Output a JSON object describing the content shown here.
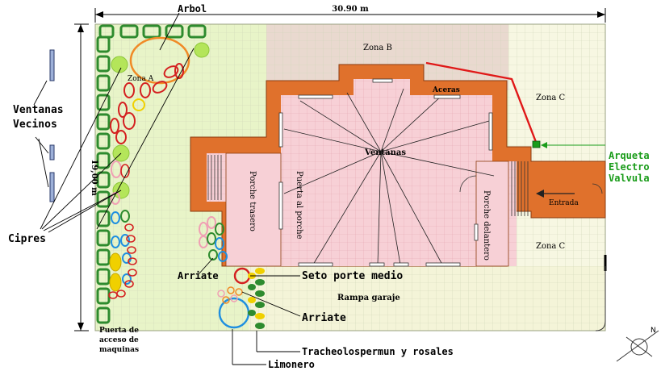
{
  "dimensions": {
    "width_label": "30.90 m",
    "height_label": "19,00 m"
  },
  "zones": {
    "a": "Zona A",
    "b": "Zona B",
    "c_top": "Zona C",
    "c_bottom": "Zona C"
  },
  "house": {
    "windows": "Ventanas",
    "sidewalks": "Aceras",
    "back_porch": "Porche trasero",
    "porch_door": "Puerta al porche",
    "front_porch": "Porche delantero",
    "entrance": "Entrada"
  },
  "garage_ramp": "Rampa garaje",
  "labels": {
    "tree": "Arbol",
    "neighbor_windows_line1": "Ventanas",
    "neighbor_windows_line2": "Vecinos",
    "cypresses": "Cipres",
    "flowerbed_left": "Arriate",
    "flowerbed_right": "Arriate",
    "hedge": "Seto porte medio",
    "climbers": "Tracheolospermun y rosales",
    "lemon": "Limonero",
    "gate_line1": "Puerta de",
    "gate_line2": "acceso de",
    "gate_line3": "maquinas",
    "valve_line1": "Arqueta",
    "valve_line2": "Electro",
    "valve_line3": "Valvula"
  },
  "compass": "N",
  "colors": {
    "lawn": "#e8f4c8",
    "zone_b": "#e9d9cf",
    "zone_c": "#f7f7e2",
    "ramp": "#f4f4d8",
    "wall": "#e0712c",
    "interior": "#f7d0d6",
    "cypress": "#b4e55a",
    "hedge_green": "#2e8b2e",
    "shrub_red": "#d42020",
    "shrub_blue": "#1f8fe0",
    "shrub_yellow": "#f0d000",
    "pipe_red": "#e01818",
    "valve_green": "#1a9c1a"
  }
}
